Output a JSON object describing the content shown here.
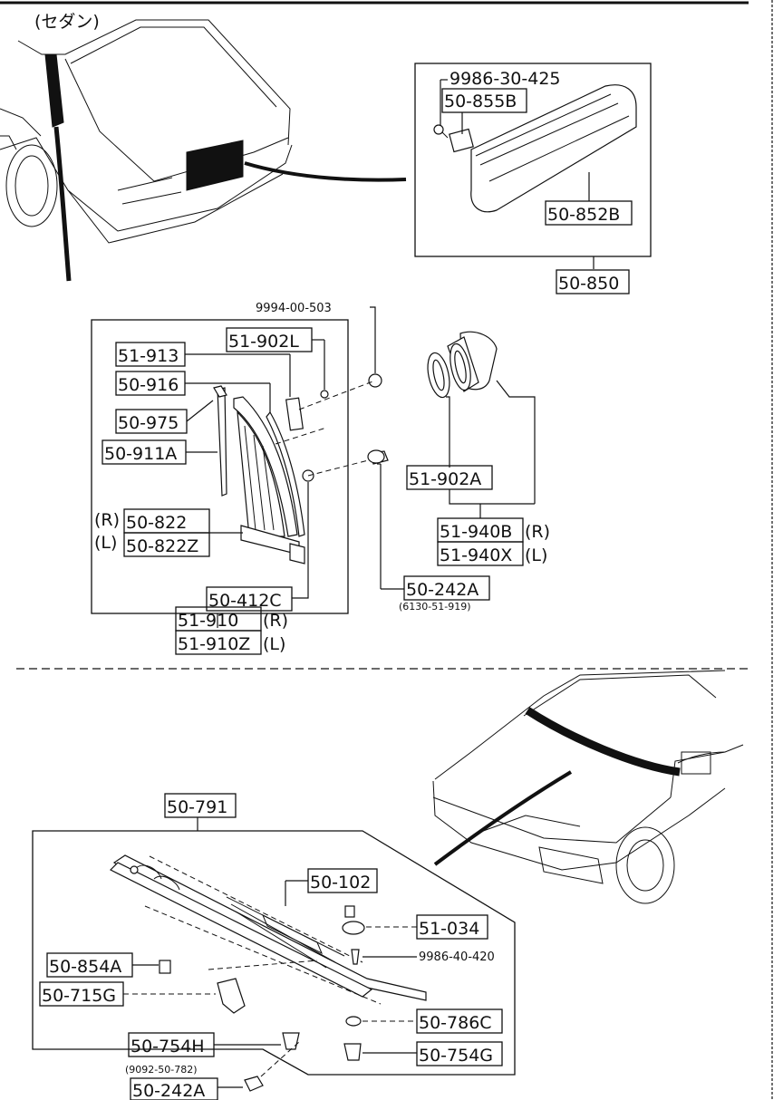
{
  "top_section": {
    "body_note": "(セダン)",
    "labels": {
      "screw": "9986-30-425",
      "clip": "50-855B",
      "guard": "50-852B",
      "assy": "50-850"
    }
  },
  "middle_section": {
    "labels": {
      "nut": "9994-00-503",
      "p51_913": "51-913",
      "p51_902L": "51-902L",
      "p50_916": "50-916",
      "p50_975": "50-975",
      "p50_911A": "50-911A",
      "r_mark": "(R)",
      "l_mark": "(L)",
      "p50_822": "50-822",
      "p50_822Z": "50-822Z",
      "p50_412C": "50-412C",
      "p51_910": "51-910",
      "p51_910_r": "(R)",
      "p51_910Z": "51-910Z",
      "p51_910Z_l": "(L)",
      "p50_242A": "50-242A",
      "p50_242A_ref": "(6130-51-919)",
      "p51_902A": "51-902A",
      "p51_940B": "51-940B",
      "p51_940B_r": "(R)",
      "p51_940X": "51-940X",
      "p51_940X_l": "(L)"
    }
  },
  "bottom_section": {
    "labels": {
      "p50_791": "50-791",
      "p50_102": "50-102",
      "p51_034": "51-034",
      "screw2": "9986-40-420",
      "p50_854A": "50-854A",
      "p50_715G": "50-715G",
      "p50_754H": "50-754H",
      "p50_786C": "50-786C",
      "p50_754G": "50-754G",
      "ref_bottom": "(9092-50-782)",
      "p50_242A_b": "50-242A"
    }
  }
}
